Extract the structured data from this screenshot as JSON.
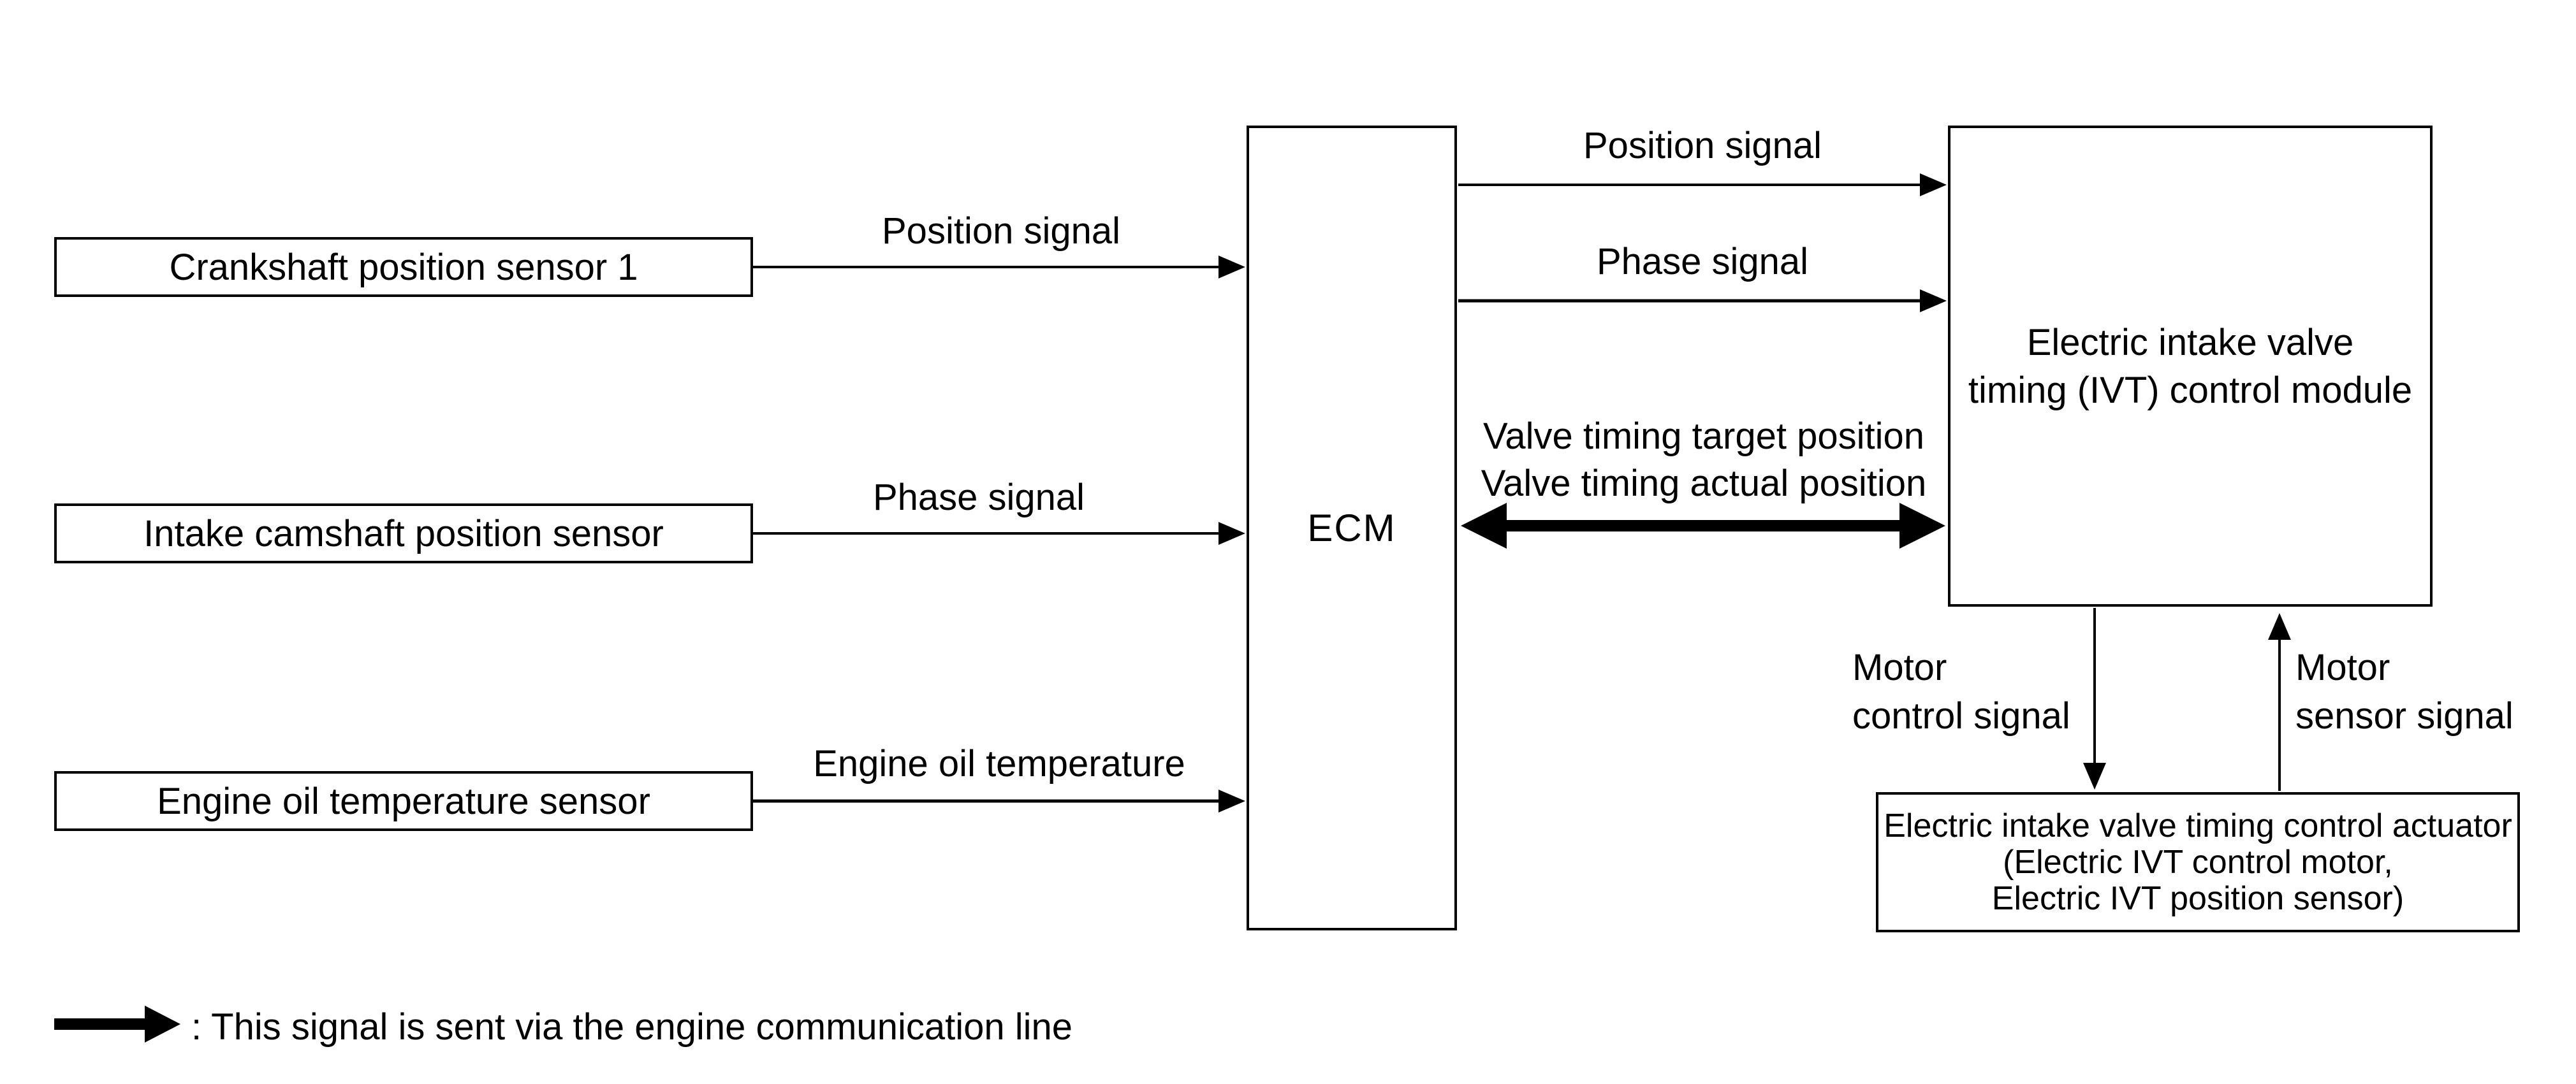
{
  "colors": {
    "line": "#000000",
    "background": "#ffffff"
  },
  "sensors": [
    {
      "label": "Crankshaft position sensor 1"
    },
    {
      "label": "Intake camshaft position sensor"
    },
    {
      "label": "Engine oil temperature sensor"
    }
  ],
  "ecm": {
    "label": "ECM"
  },
  "ivt_module": {
    "line1": "Electric intake valve",
    "line2": "timing (IVT) control module"
  },
  "actuator": {
    "line1": "Electric intake valve timing control actuator",
    "line2": "(Electric IVT control motor,",
    "line3": "Electric IVT position sensor)"
  },
  "signals": {
    "crank_to_ecm": "Position signal",
    "cam_to_ecm": "Phase signal",
    "oil_to_ecm": "Engine oil temperature",
    "ecm_to_ivt_position": "Position signal",
    "ecm_to_ivt_phase": "Phase signal",
    "valve_timing_line1": "Valve timing target position",
    "valve_timing_line2": "Valve timing actual position",
    "motor_control_line1": "Motor",
    "motor_control_line2": "control signal",
    "motor_sensor_line1": "Motor",
    "motor_sensor_line2": "sensor signal"
  },
  "legend": {
    "text": ": This signal is sent via the engine communication line"
  }
}
